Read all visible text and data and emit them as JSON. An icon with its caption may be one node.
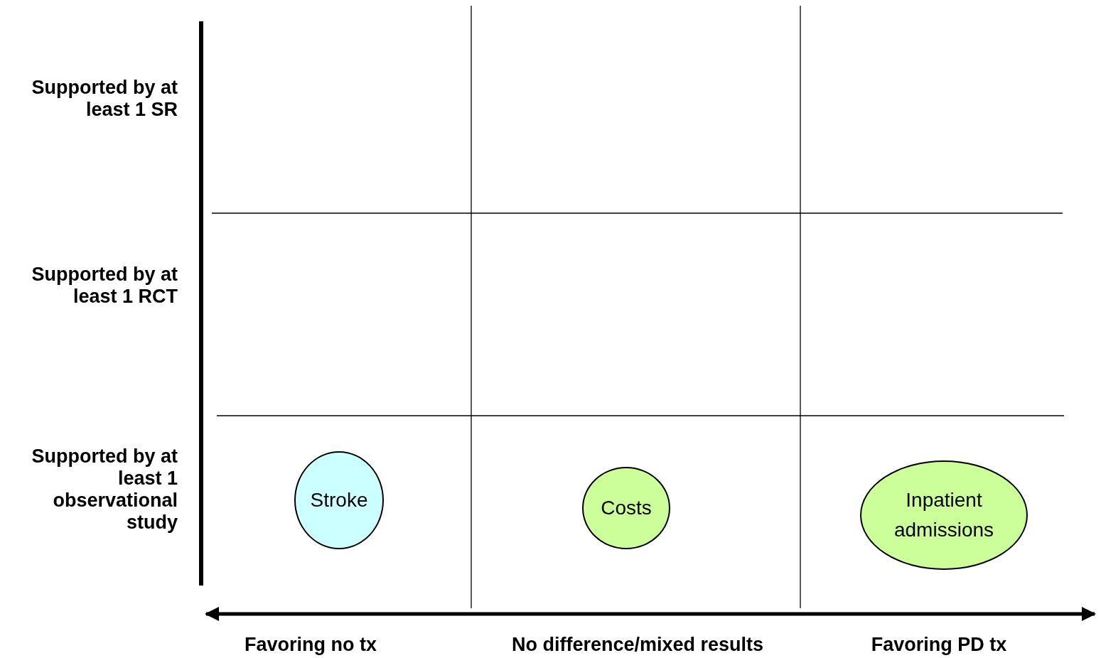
{
  "diagram": {
    "nodes": [
      {
        "text": [
          "Stroke"
        ]
      },
      {
        "text": [
          "Costs"
        ]
      },
      {
        "text": [
          "Inpatient admissions"
        ]
      }
    ],
    "labels": [
      "Supported by at least 1 SR",
      "Supported by at least 1 RCT",
      "Supported by at least 1 observational study",
      "Favoring no tx",
      "No difference/mixed results",
      "Favoring PD tx"
    ]
  }
}
